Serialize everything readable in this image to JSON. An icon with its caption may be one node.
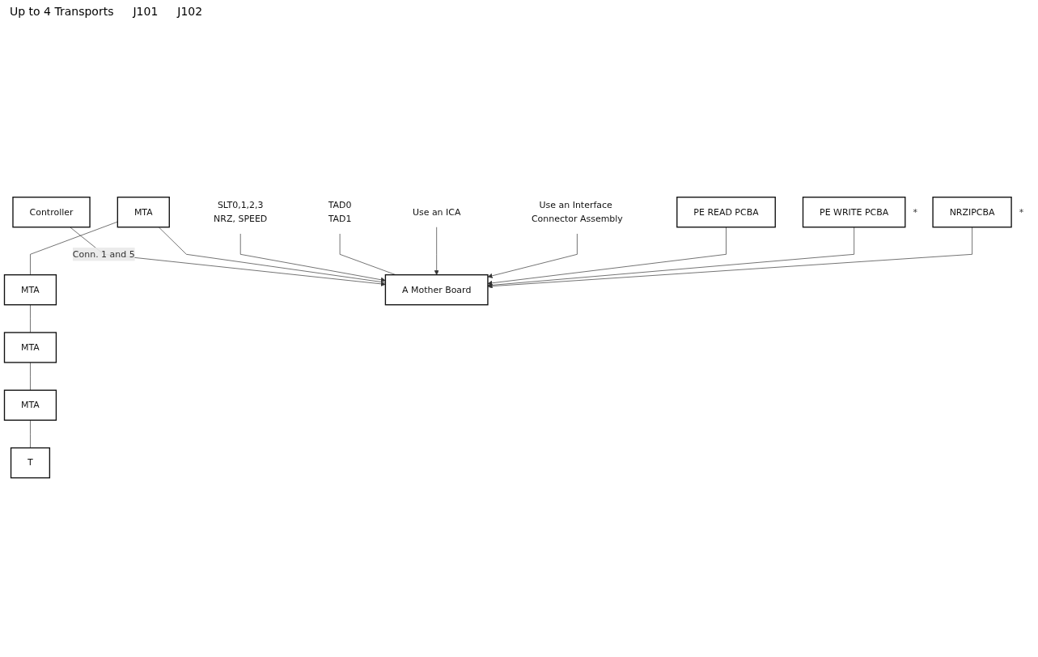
{
  "diagram": {
    "nodes": [
      {
        "text": [
          "Controller"
        ]
      },
      {
        "text": [
          "MTA"
        ]
      },
      {
        "text": [
          "MTA"
        ]
      },
      {
        "text": [
          "MTA"
        ]
      },
      {
        "text": [
          "MTA"
        ]
      },
      {
        "text": [
          "T"
        ]
      },
      {
        "text": [
          "A Mother Board"
        ]
      },
      {
        "text": [
          "PE READ PCBA"
        ]
      },
      {
        "text": [
          "PE WRITE PCBA"
        ],
        "beside": [
          "*"
        ]
      },
      {
        "text": [
          "NRZIPCBA"
        ],
        "beside": [
          "*"
        ]
      },
      {
        "text": [
          "Use an ICA"
        ]
      },
      {
        "text": [
          "Use an Interface Connector Assembly"
        ]
      },
      {
        "text": [
          "SLT0,1,2,3",
          "NRZ, SPEED"
        ]
      },
      {
        "text": [
          "TAD0",
          "TAD1"
        ]
      }
    ],
    "edges": [
      {
        "from": 0,
        "to": 6,
        "arrow": "to",
        "label": "Conn. 1 and 5"
      },
      {
        "from": 1,
        "to": 6,
        "arrow": "none"
      },
      {
        "from": 1,
        "to": 2,
        "arrow": "none"
      },
      {
        "from": 2,
        "to": 3,
        "arrow": "none"
      },
      {
        "from": 3,
        "to": 4,
        "arrow": "none"
      },
      {
        "from": 4,
        "to": 5,
        "arrow": "none"
      },
      {
        "from": 12,
        "to": 6,
        "arrow": "to"
      },
      {
        "from": 13,
        "to": 6,
        "arrow": "none"
      },
      {
        "from": 10,
        "to": 6,
        "arrow": "to"
      },
      {
        "from": 11,
        "to": 6,
        "arrow": "to"
      },
      {
        "from": 7,
        "to": 6,
        "arrow": "to"
      },
      {
        "from": 8,
        "to": 6,
        "arrow": "to"
      },
      {
        "from": 9,
        "to": 6,
        "arrow": "to"
      }
    ],
    "labels": [
      "Up to 4 Transports",
      "J101",
      "J102"
    ]
  }
}
